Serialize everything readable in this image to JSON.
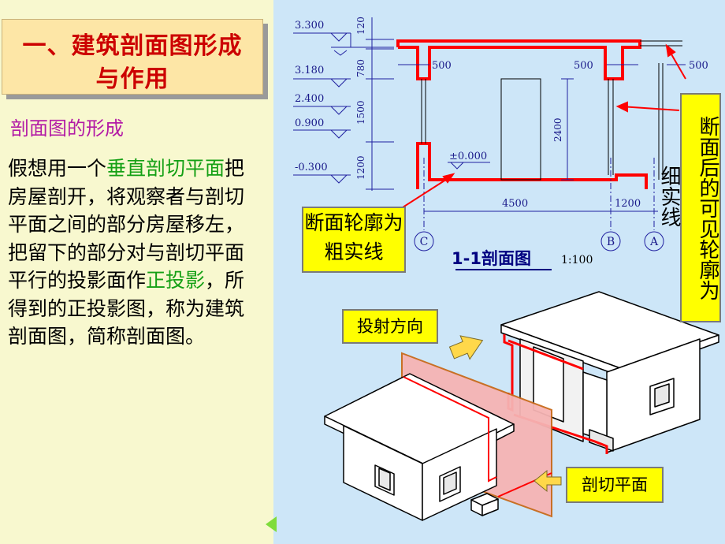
{
  "slide": {
    "title_line1": "一、建筑剖面图形成",
    "title_line2": "与作用",
    "subtitle": "剖面图的形成",
    "body_parts": [
      {
        "text": "假想用一个",
        "color": "black"
      },
      {
        "text": "垂直剖切平面",
        "color": "green"
      },
      {
        "text": "把房屋剖开，将观察者与剖切平面之间的部分房屋移左，把留下的部分对与剖切平面平行的投影面作",
        "color": "black"
      },
      {
        "text": "正投影",
        "color": "green"
      },
      {
        "text": "，所得到的正投影图，称为建筑剖面图，简称剖面图。",
        "color": "black"
      }
    ]
  },
  "drawing": {
    "elevations": [
      "3.300",
      "3.180",
      "2.400",
      "0.900",
      "-0.300"
    ],
    "floor_level": "±0.000",
    "vertical_dims": [
      "120",
      "780",
      "1500",
      "1200",
      "2400"
    ],
    "horizontal_dims": [
      "500",
      "500",
      "500",
      "4500",
      "1200"
    ],
    "axis_labels": [
      "C",
      "B",
      "A"
    ],
    "caption": "1-1剖面图",
    "scale": "1:100",
    "label_outline": "断面轮廓为粗实线",
    "label_visible": "断面后的可见轮廓为",
    "label_thin": "细实线",
    "label_projection": "投射方向",
    "label_cutting_plane": "剖切平面"
  },
  "colors": {
    "title_text": "#cc0000",
    "title_box": "#fde6a6",
    "subtitle_text": "#b31ba6",
    "highlight_text": "#15a015",
    "label_bg": "#ffff00",
    "section_line": "#ff0000",
    "right_bg": "#cde6f8",
    "left_bg": "#f8f8cf"
  }
}
